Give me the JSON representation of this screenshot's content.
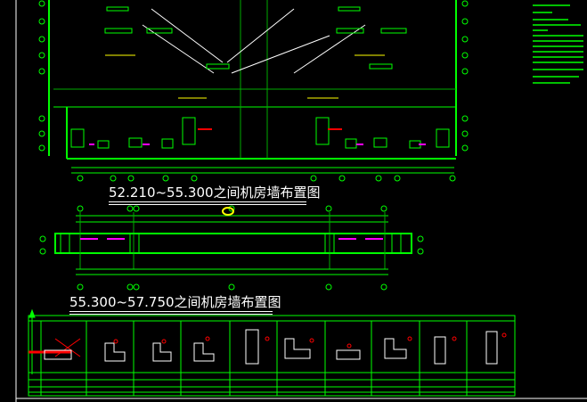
{
  "drawing": {
    "titles": {
      "upper_plan": "52.210~55.300之间机房墙布置图",
      "lower_plan": "55.300~57.750之间机房墙布置图"
    },
    "schedule": {
      "columns": 11
    },
    "colors": {
      "background": "#000000",
      "wall": "#00ff00",
      "axis": "#00ff00",
      "text": "#ffffff",
      "highlight": "#ffff00",
      "rebar": "#ff00ff",
      "section": "#ff0000",
      "dimension": "#00ffff"
    }
  }
}
